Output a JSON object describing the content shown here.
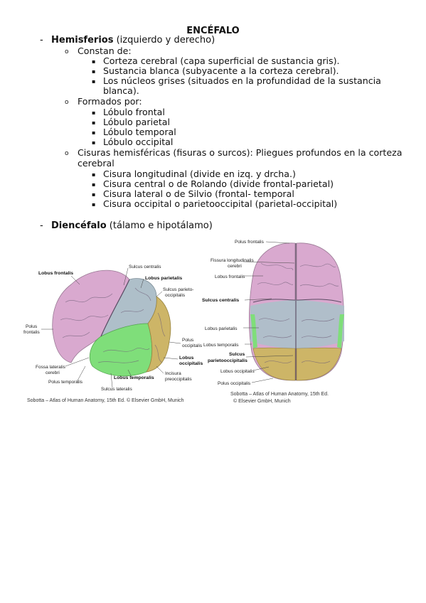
{
  "title": "ENCÉFALO",
  "markers": {
    "dash": "-",
    "circle": "o",
    "square": "▪"
  },
  "hemisferios": {
    "heading": "Hemisferios",
    "sub": " (izquierdo y derecho)",
    "constan": {
      "label": "Constan de:",
      "items": [
        "Corteza cerebral (capa superficial de sustancia gris).",
        "Sustancia blanca (subyacente a la corteza cerebral).",
        "Los núcleos grises (situados en la profundidad de la sustancia",
        "blanca)."
      ]
    },
    "formados": {
      "label": "Formados por:",
      "items": [
        "Lóbulo frontal",
        "Lóbulo parietal",
        "Lóbulo temporal",
        "Lóbulo occipital"
      ]
    },
    "cisuras": {
      "label_line1": "Cisuras hemisféricas (fisuras o surcos): Pliegues profundos en la corteza",
      "label_line2": "cerebral",
      "items": [
        "Cisura longitudinal (divide en izq. y drcha.)",
        "Cisura central o de Rolando (divide frontal-parietal)",
        "Cisura lateral o de Silvio (frontal- temporal",
        "Cisura occipital o parietooccipital (parietal-occipital)"
      ]
    }
  },
  "diencefalo": {
    "heading": "Diencéfalo",
    "sub": " (tálamo e hipotálamo)"
  },
  "figure_lateral": {
    "labels": {
      "sulcus_centralis": "Sulcus centralis",
      "lobus_frontalis": "Lobus frontalis",
      "lobus_parietalis": "Lobus parietalis",
      "sulcus_parieto_1": "Sulcus parieto-",
      "sulcus_parieto_2": "occipitalis",
      "polus_frontalis_1": "Polus",
      "polus_frontalis_2": "frontalis",
      "polus_occipitalis_1": "Polus",
      "polus_occipitalis_2": "occipitalis",
      "lobus_occipitalis_1": "Lobus",
      "lobus_occipitalis_2": "occipitalis",
      "fossa_1": "Fossa lateralis",
      "fossa_2": "cerebri",
      "polus_temporalis": "Polus temporalis",
      "lobus_temporalis": "Lobus temporalis",
      "incisura_1": "Incisura",
      "incisura_2": "preoccipitalis",
      "sulcus_lateralis": "Sulcus lateralis"
    },
    "caption": "Sobotta – Atlas of Human Anatomy, 15th Ed. © Elsevier GmbH, Munich"
  },
  "figure_top": {
    "labels": {
      "polus_frontalis": "Polus frontalis",
      "fissura_1": "Fissura longitudinalis",
      "fissura_2": "cerebri",
      "lobus_frontalis": "Lobus frontalis",
      "sulcus_centralis": "Sulcus centralis",
      "lobus_parietalis": "Lobus parietalis",
      "lobus_temporalis": "Lobus temporalis",
      "sulcus_po_1": "Sulcus",
      "sulcus_po_2": "parietooccipitalis",
      "lobus_occipitalis": "Lobus occipitalis",
      "polus_occipitalis": "Polus occipitalis"
    },
    "caption_1": "Sobotta – Atlas of Human Anatomy, 15th Ed.",
    "caption_2": "© Elsevier GmbH, Munich"
  },
  "colors": {
    "frontal": "#d9a9cf",
    "parietal": "#aebfc9",
    "temporal": "#7fde7a",
    "occipital": "#cdb567",
    "sulcus_line": "#6f5f78"
  }
}
